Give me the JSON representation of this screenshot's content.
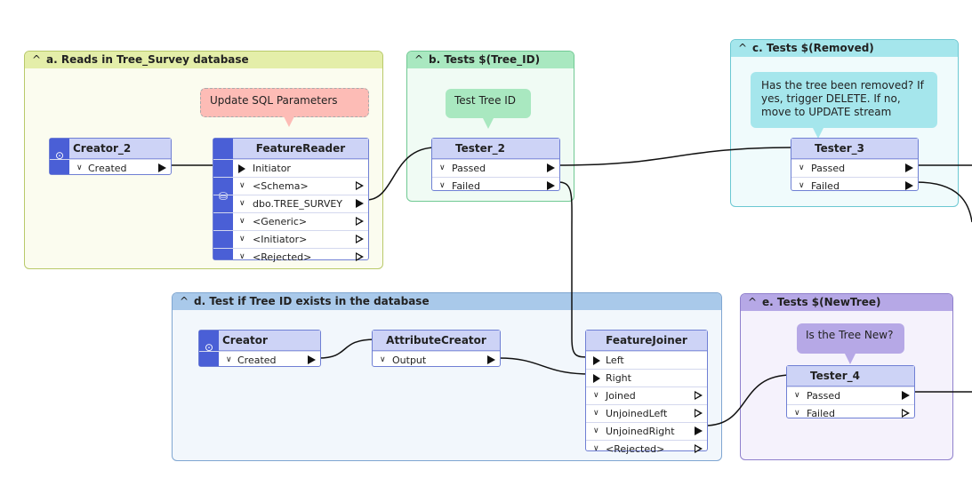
{
  "bookmarks": {
    "a": {
      "title": "a. Reads in Tree_Survey database",
      "color": "#e4eea9",
      "border": "#b9c96a",
      "fill": "#fbfcef"
    },
    "b": {
      "title": "b. Tests $(Tree_ID)",
      "color": "#a9e8c0",
      "border": "#70c993",
      "fill": "#f0fbf4"
    },
    "c": {
      "title": "c. Tests $(Removed)",
      "color": "#a5e6ec",
      "border": "#6bc8d2",
      "fill": "#f0fbfc"
    },
    "d": {
      "title": "d. Test if Tree ID exists in the database",
      "color": "#a9c9ea",
      "border": "#7fa6d1",
      "fill": "#f2f7fc"
    },
    "e": {
      "title": "e. Tests $(NewTree)",
      "color": "#b6a8e6",
      "border": "#8f7fcc",
      "fill": "#f5f2fc"
    }
  },
  "annotations": {
    "update_sql": "Update SQL Parameters",
    "test_tree_id": "Test Tree ID",
    "removed": "Has the tree been removed? If yes, trigger DELETE. If no, move to UPDATE stream",
    "new_tree": "Is the Tree New?"
  },
  "nodes": {
    "creator_2": {
      "title": "Creator_2",
      "ports": [
        "Created"
      ]
    },
    "featurereader": {
      "title": "FeatureReader",
      "input": "Initiator",
      "ports": [
        "<Schema>",
        "dbo.TREE_SURVEY",
        "<Generic>",
        "<Initiator>",
        "<Rejected>"
      ]
    },
    "tester_2": {
      "title": "Tester_2",
      "ports": [
        "Passed",
        "Failed"
      ]
    },
    "tester_3": {
      "title": "Tester_3",
      "ports": [
        "Passed",
        "Failed"
      ]
    },
    "creator": {
      "title": "Creator",
      "ports": [
        "Created"
      ]
    },
    "attributecreator": {
      "title": "AttributeCreator",
      "ports": [
        "Output"
      ]
    },
    "featurejoiner": {
      "title": "FeatureJoiner",
      "inputs": [
        "Left",
        "Right"
      ],
      "ports": [
        "Joined",
        "UnjoinedLeft",
        "UnjoinedRight",
        "<Rejected>"
      ]
    },
    "tester_4": {
      "title": "Tester_4",
      "ports": [
        "Passed",
        "Failed"
      ]
    }
  },
  "icons": {
    "caret": "caret-up-icon",
    "chevron": "chevron-down-icon",
    "creator": "creator-icon",
    "database": "database-icon"
  }
}
